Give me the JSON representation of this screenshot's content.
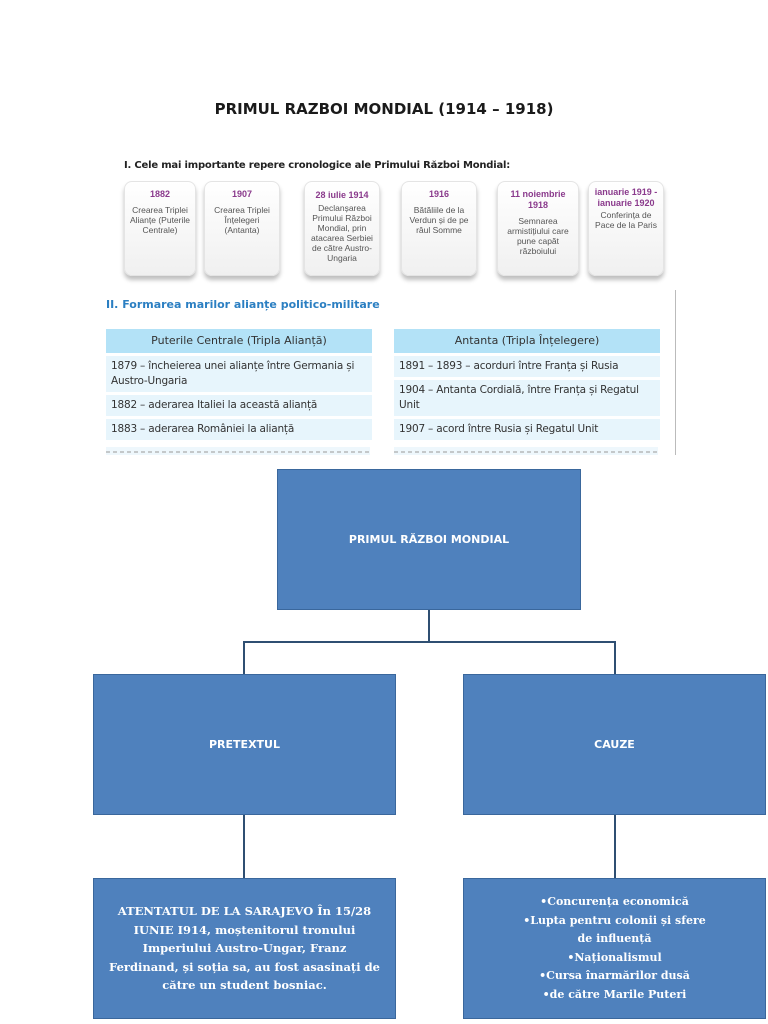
{
  "title": "PRIMUL RAZBOI MONDIAL (1914 – 1918)",
  "timeline": {
    "heading": "I. Cele mai importante repere cronologice ale Primului Război Mondial:",
    "events": [
      {
        "year": "1882",
        "desc": "Crearea Triplei Alianțe (Puterile Centrale)"
      },
      {
        "year": "1907",
        "desc": "Crearea Triplei Înțelegeri (Antanta)"
      },
      {
        "year": "28 iulie 1914",
        "desc": "Declanșarea Primului Război Mondial, prin atacarea Serbiei de către Austro-Ungaria"
      },
      {
        "year": "1916",
        "desc": "Bătăliile de la Verdun și de pe râul Somme"
      },
      {
        "year": "11 noiembrie 1918",
        "desc": "Semnarea armistițiului care pune capăt războiului"
      },
      {
        "year": "ianuarie 1919 - ianuarie 1920",
        "desc": "Conferința de Pace de la Paris"
      }
    ]
  },
  "alliances": {
    "heading": "II. Formarea marilor alianțe politico-militare",
    "central": {
      "header": "Puterile Centrale (Tripla Alianță)",
      "rows": [
        "1879 – încheierea unei alianțe între Germania și Austro-Ungaria",
        "1882 – aderarea Italiei la această alianță",
        "1883 – aderarea României la alianță"
      ]
    },
    "entente": {
      "header": "Antanta (Tripla Înțelegere)",
      "rows": [
        "1891 – 1893 – acorduri între Franța și Rusia",
        "1904 – Antanta Cordială, între Franța și Regatul Unit",
        "1907 – acord între Rusia și Regatul Unit"
      ]
    }
  },
  "diagram": {
    "root": "PRIMUL RĂZBOI MONDIAL",
    "left": {
      "label": "PRETEXTUL",
      "detail": "ATENTATUL DE LA SARAJEVO În 15/28 IUNIE I914, moștenitorul tronului Imperiului Austro-Ungar, Franz Ferdinand, și soția sa, au fost asasinați de către un student bosniac."
    },
    "right": {
      "label": "CAUZE",
      "items": [
        "•Concurența economică",
        "•Lupta pentru colonii și sfere de influență",
        "•Naționalismul",
        "•Cursa înarmărilor dusă",
        "•de către Marile Puteri"
      ]
    }
  },
  "colors": {
    "box": "#4f81bd",
    "year": "#8a3a8c",
    "heading_blue": "#2b7fc2",
    "table_header": "#b3e2f7",
    "table_cell": "#e7f5fc"
  }
}
